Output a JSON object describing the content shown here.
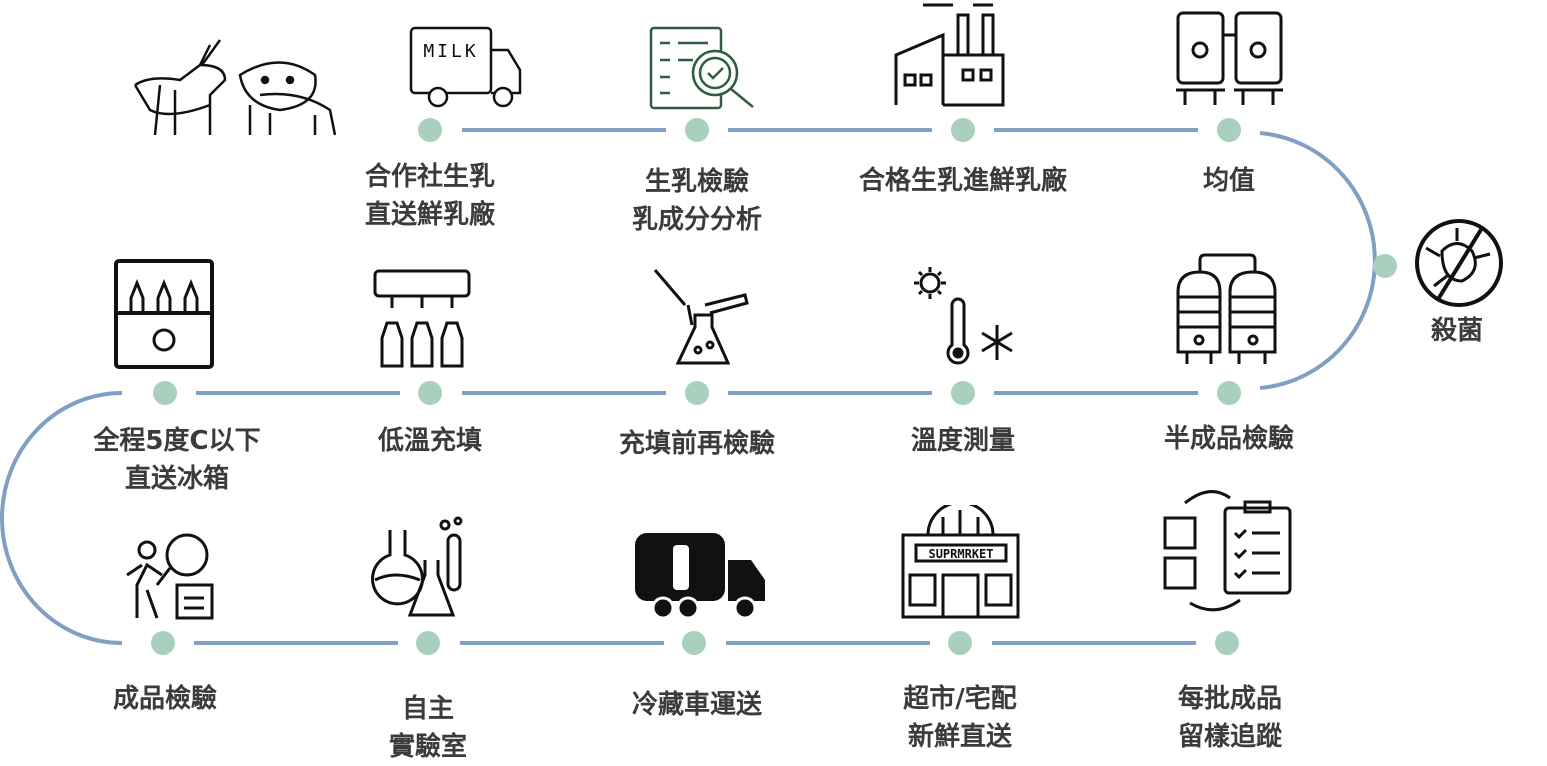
{
  "colors": {
    "line": "#7f9fc4",
    "dot": "#a8d0bc",
    "text": "#3b3b3b",
    "icon": "#111111",
    "inspect_icon": "#2e5e3e"
  },
  "icons": {
    "milk_truck_text": "MILK",
    "supermarket_sign": "SUPRMRKET"
  },
  "steps": [
    {
      "id": "cooperative",
      "line1": "合作社生乳",
      "line2": "直送鮮乳廠",
      "icon": "goat-cow-icon"
    },
    {
      "id": "raw-inspect",
      "line1": "生乳檢驗",
      "line2": "乳成分分析",
      "icon": "checklist-magnifier-icon"
    },
    {
      "id": "to-plant",
      "line1": "合格生乳進鮮乳廠",
      "icon": "factory-icon"
    },
    {
      "id": "homogenize",
      "line1": "均值",
      "icon": "tanks-icon"
    },
    {
      "id": "sterilize",
      "line1": "殺菌",
      "icon": "no-bacteria-icon"
    },
    {
      "id": "semi-inspect",
      "line1": "半成品檢驗",
      "icon": "pressure-tanks-icon"
    },
    {
      "id": "temp",
      "line1": "溫度測量",
      "icon": "thermometer-icon"
    },
    {
      "id": "pre-fill",
      "line1": "充填前再檢驗",
      "icon": "lab-dropper-icon"
    },
    {
      "id": "fill",
      "line1": "低溫充填",
      "icon": "filling-machine-icon"
    },
    {
      "id": "cold-chain",
      "line1": "全程5度C以下",
      "line2": "直送冰箱",
      "icon": "fridge-bottles-icon"
    },
    {
      "id": "final-inspect",
      "line1": "成品檢驗",
      "icon": "inspector-icon"
    },
    {
      "id": "lab",
      "line1": "自主",
      "line2": "實驗室",
      "icon": "flasks-icon"
    },
    {
      "id": "truck",
      "line1": "冷藏車運送",
      "icon": "tanker-truck-icon"
    },
    {
      "id": "market",
      "line1": "超市/宅配",
      "line2": "新鮮直送",
      "icon": "supermarket-icon"
    },
    {
      "id": "sample",
      "line1": "每批成品",
      "line2": "留樣追蹤",
      "icon": "sample-tracking-icon"
    }
  ]
}
